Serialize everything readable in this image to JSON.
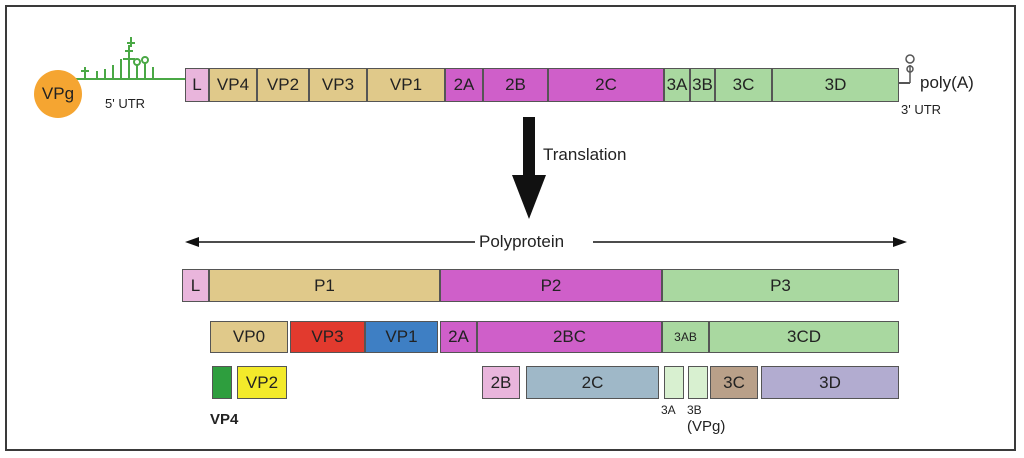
{
  "genome": {
    "vpg": "VPg",
    "utr5": "5' UTR",
    "utr3": "3' UTR",
    "polyA": "poly(A)",
    "segments": [
      {
        "label": "L",
        "color": "#e9b5dc"
      },
      {
        "label": "VP4",
        "color": "#e0c98a"
      },
      {
        "label": "VP2",
        "color": "#e0c98a"
      },
      {
        "label": "VP3",
        "color": "#e0c98a"
      },
      {
        "label": "VP1",
        "color": "#e0c98a"
      },
      {
        "label": "2A",
        "color": "#cf5fc9"
      },
      {
        "label": "2B",
        "color": "#cf5fc9"
      },
      {
        "label": "2C",
        "color": "#cf5fc9"
      },
      {
        "label": "3A",
        "color": "#a9d8a0"
      },
      {
        "label": "3B",
        "color": "#a9d8a0"
      },
      {
        "label": "3C",
        "color": "#a9d8a0"
      },
      {
        "label": "3D",
        "color": "#a9d8a0"
      }
    ]
  },
  "translation": "Translation",
  "polyprotein": "Polyprotein",
  "level1": [
    {
      "label": "L",
      "color": "#e9b5dc"
    },
    {
      "label": "P1",
      "color": "#e0c98a"
    },
    {
      "label": "P2",
      "color": "#cf5fc9"
    },
    {
      "label": "P3",
      "color": "#a9d8a0"
    }
  ],
  "level2": [
    {
      "label": "VP0",
      "color": "#e0c98a"
    },
    {
      "label": "VP3",
      "color": "#e23a2e"
    },
    {
      "label": "VP1",
      "color": "#3e7fc4"
    },
    {
      "label": "2A",
      "color": "#cf5fc9"
    },
    {
      "label": "2BC",
      "color": "#cf5fc9"
    },
    {
      "label": "3AB",
      "color": "#a9d8a0"
    },
    {
      "label": "3CD",
      "color": "#a9d8a0"
    }
  ],
  "level3": [
    {
      "label": "",
      "color": "#2e9e3e"
    },
    {
      "label": "VP2",
      "color": "#f3ea2a"
    },
    {
      "label": "2B",
      "color": "#e9b5dc"
    },
    {
      "label": "2C",
      "color": "#9fb8c8"
    },
    {
      "label": "",
      "color": "#d8f0d0"
    },
    {
      "label": "",
      "color": "#d8f0d0"
    },
    {
      "label": "3C",
      "color": "#b9a089"
    },
    {
      "label": "3D",
      "color": "#b2acd0"
    }
  ],
  "level3_labels": {
    "vp4": "VP4",
    "a3": "3A",
    "b3": "3B",
    "vpg": "(VPg)"
  }
}
